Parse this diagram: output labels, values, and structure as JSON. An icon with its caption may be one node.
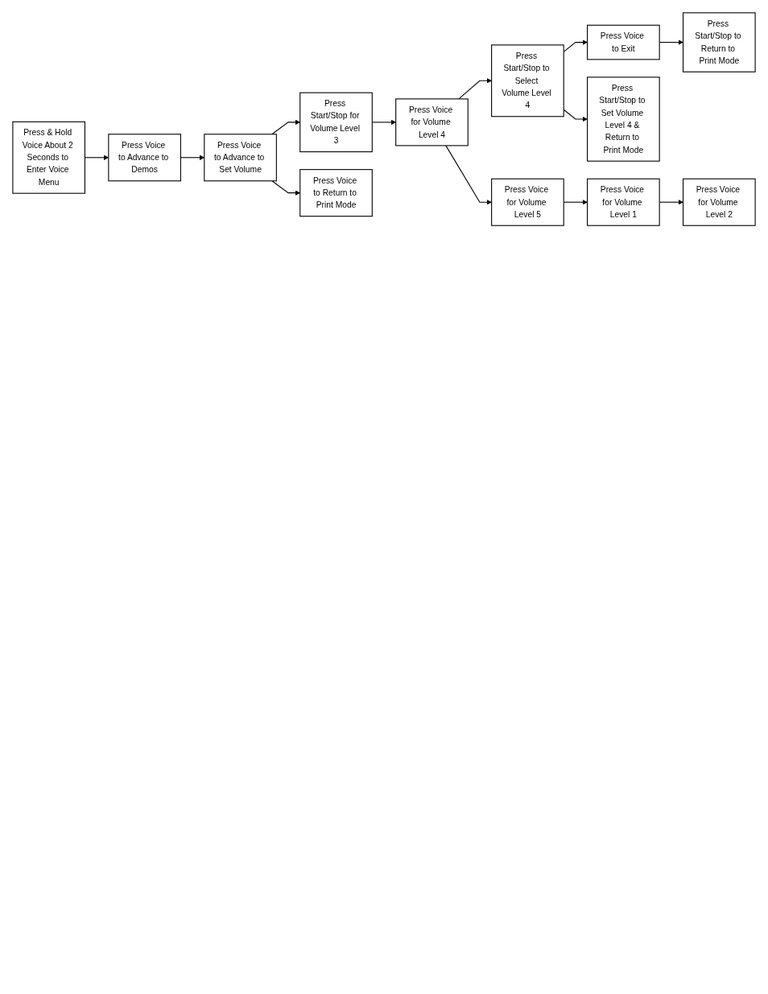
{
  "diagram": {
    "nodes": [
      {
        "text": [
          "Press & Hold Voice About 2 Seconds to Enter Voice Menu"
        ]
      },
      {
        "text": [
          "Press Voice to Advance to Demos"
        ]
      },
      {
        "text": [
          "Press Voice to Advance to Set Volume"
        ]
      },
      {
        "text": [
          "Press Start/Stop for Volume Level 3"
        ]
      },
      {
        "text": [
          "Press Voice for Volume Level 4"
        ]
      },
      {
        "text": [
          "Press Start/Stop to Select Volume Level 4"
        ]
      },
      {
        "text": [
          "Press Voice to Exit"
        ]
      },
      {
        "text": [
          "Press Start/Stop to Return to Print Mode"
        ]
      },
      {
        "text": [
          "Press Voice to Return to Print Mode"
        ]
      },
      {
        "text": [
          "Press Voice for Volume Level 5"
        ]
      },
      {
        "text": [
          "Press Start/Stop to Set Volume Level 4 & Return to Print Mode"
        ]
      },
      {
        "text": [
          "Press Voice for Volume Level 1"
        ]
      },
      {
        "text": [
          "Press Voice for Volume Level 2"
        ]
      }
    ],
    "edges": [
      {
        "from": 0,
        "to": 1,
        "arrow": "to"
      },
      {
        "from": 1,
        "to": 2,
        "arrow": "to"
      },
      {
        "from": 2,
        "to": 3,
        "arrow": "to"
      },
      {
        "from": 3,
        "to": 4,
        "arrow": "to"
      },
      {
        "from": 4,
        "to": 5,
        "arrow": "to"
      },
      {
        "from": 5,
        "to": 6,
        "arrow": "to"
      },
      {
        "from": 6,
        "to": 7,
        "arrow": "to"
      },
      {
        "from": 2,
        "to": 8,
        "arrow": "to"
      },
      {
        "from": 4,
        "to": 9,
        "arrow": "to"
      },
      {
        "from": 5,
        "to": 10,
        "arrow": "to"
      },
      {
        "from": 9,
        "to": 11,
        "arrow": "to"
      },
      {
        "from": 11,
        "to": 12,
        "arrow": "to"
      }
    ]
  }
}
